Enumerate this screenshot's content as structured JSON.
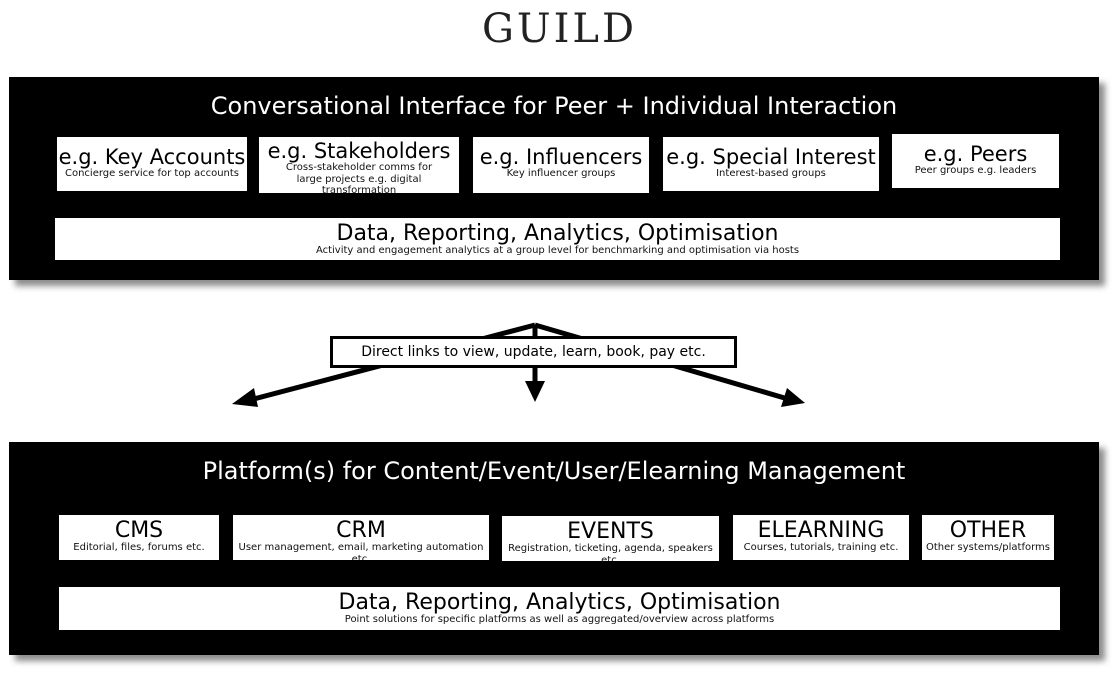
{
  "logo": "GUILD",
  "top_panel": {
    "title": "Conversational Interface for Peer + Individual Interaction",
    "items": [
      {
        "title": "e.g. Key Accounts",
        "sub": "Concierge service for top accounts"
      },
      {
        "title": "e.g. Stakeholders",
        "sub": "Cross-stakeholder comms for large projects e.g. digital transformation"
      },
      {
        "title": "e.g. Influencers",
        "sub": "Key influencer groups"
      },
      {
        "title": "e.g. Special Interest",
        "sub": "Interest-based groups"
      },
      {
        "title": "e.g. Peers",
        "sub": "Peer groups e.g. leaders"
      }
    ],
    "analytics": {
      "title": "Data, Reporting, Analytics, Optimisation",
      "sub": "Activity and engagement analytics at a group level for benchmarking and optimisation via hosts"
    }
  },
  "link_label": "Direct links to view, update, learn, book, pay etc.",
  "bottom_panel": {
    "title": "Platform(s) for Content/Event/User/Elearning Management",
    "items": [
      {
        "title": "CMS",
        "sub": "Editorial, files, forums etc."
      },
      {
        "title": "CRM",
        "sub": "User management, email, marketing automation etc."
      },
      {
        "title": "EVENTS",
        "sub": "Registration, ticketing, agenda, speakers etc."
      },
      {
        "title": "ELEARNING",
        "sub": "Courses, tutorials, training etc."
      },
      {
        "title": "OTHER",
        "sub": "Other systems/platforms"
      }
    ],
    "analytics": {
      "title": "Data, Reporting, Analytics, Optimisation",
      "sub": "Point solutions for specific platforms as well as aggregated/overview across platforms"
    }
  }
}
